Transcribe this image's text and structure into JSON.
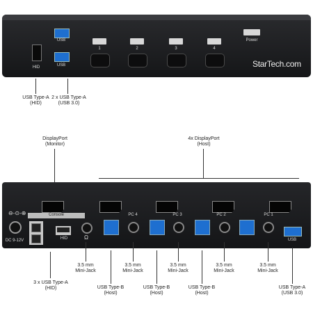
{
  "front": {
    "hid_label": "HID",
    "usb_label_top": "USB",
    "usb_label_bottom": "USB",
    "pc_labels": [
      "1",
      "2",
      "3",
      "4"
    ],
    "power_label": "Power",
    "brand": "StarTech.com"
  },
  "front_callouts": {
    "usb_hid": [
      "USB Type-A",
      "(HID)"
    ],
    "usb3": [
      "2 x USB Type-A",
      "(USB 3.0)"
    ]
  },
  "rear_callouts_top": {
    "displayport_monitor": [
      "DisplayPort",
      "(Monitor)"
    ],
    "displayport_host": [
      "4x DisplayPort",
      "(Host)"
    ]
  },
  "rear": {
    "dc_label": "DC 9-12V",
    "console_label": "Console",
    "hid_label": "HID",
    "pc_labels": [
      "PC 4",
      "PC 3",
      "PC 2",
      "PC 1"
    ],
    "usb_label": "USB"
  },
  "rear_callouts_bottom": {
    "usb_hid3": [
      "3 x USB Type-A",
      "(HID)"
    ],
    "minijack_a": [
      "3.5 mm",
      "Mini-Jack"
    ],
    "usbb_1": [
      "USB Type-B",
      "(Host)"
    ],
    "minijack_b": [
      "3.5 mm",
      "Mini-Jack"
    ],
    "usbb_2": [
      "USB Type-B",
      "(Host)"
    ],
    "minijack_c": [
      "3.5 mm",
      "Mini-Jack"
    ],
    "usbb_3": [
      "USB Type-B",
      "(Host)"
    ],
    "minijack_d": [
      "3.5 mm",
      "Mini-Jack"
    ],
    "minijack_e": [
      "3.5 mm",
      "Mini-Jack"
    ],
    "usb_a3": [
      "USB Type-A",
      "(USB 3.0)"
    ]
  }
}
